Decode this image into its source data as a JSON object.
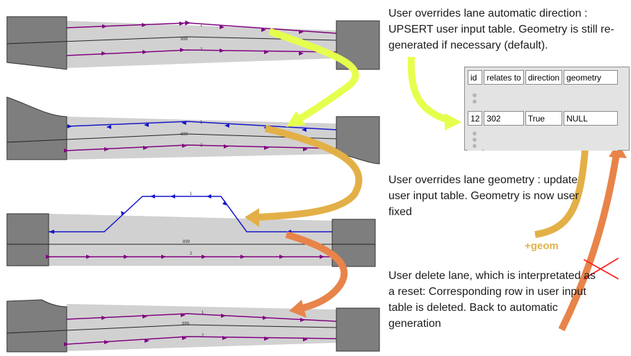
{
  "notes": {
    "override_direction": "User overrides lane automatic direction : UPSERT user input table. Geometry is still re-generated if necessary (default).",
    "override_geometry": "User overrides lane geometry : update user input table. Geometry is now user fixed",
    "delete_lane": "User delete lane, which is interpretated as a reset: Corresponding row in user input table is deleted. Back to automatic generation",
    "geom_label": "+geom"
  },
  "table": {
    "headers": [
      "id",
      "relates to",
      "direction",
      "geometry"
    ],
    "row": [
      "12",
      "302",
      "True",
      "NULL"
    ]
  },
  "lane_labels": {
    "lane_1": "1",
    "lane_2": "2",
    "road_id": "899"
  },
  "colors": {
    "road_fill": "#d1d1d1",
    "junction_fill": "#7e7e7e",
    "lane_auto": "#800080",
    "lane_user": "#1414c8",
    "arrow_1": "#e6ff4d",
    "arrow_2": "#e3b047",
    "arrow_3": "#e8844a",
    "cross": "#ff2020"
  }
}
